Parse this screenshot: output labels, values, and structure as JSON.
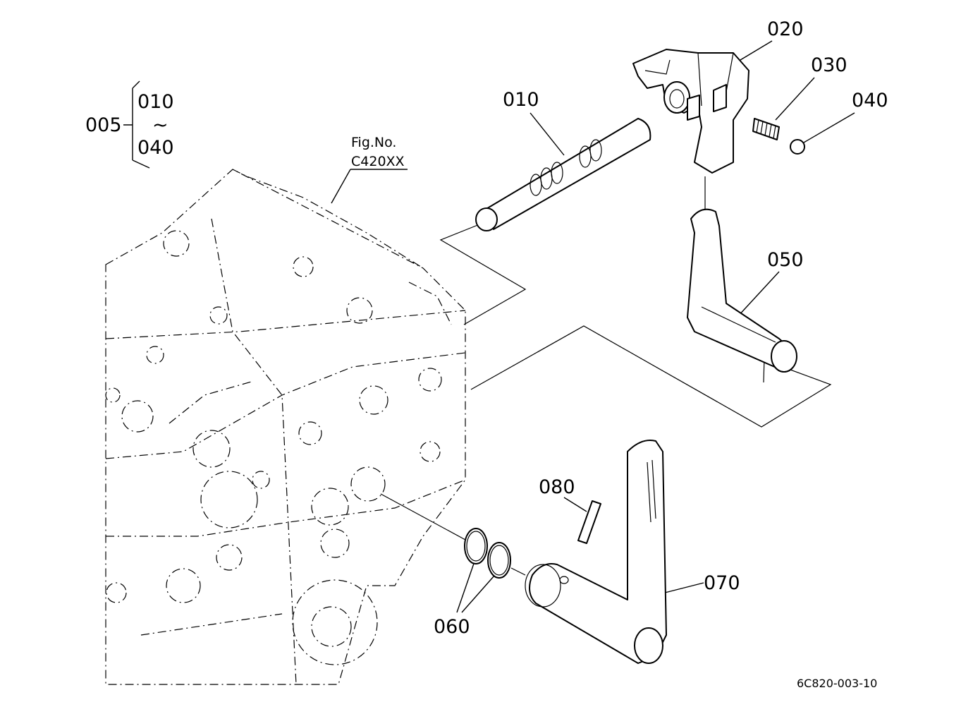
{
  "labels": {
    "p005": "005",
    "p010_range": "010",
    "tilde": "~",
    "p040_range": "040",
    "fig_ref_line1": "Fig.No.",
    "fig_ref_line2": "C420XX",
    "p010": "010",
    "p020": "020",
    "p030": "030",
    "p040": "040",
    "p050": "050",
    "p060": "060",
    "p070": "070",
    "p080": "080",
    "drawing_code": "6C820-003-10"
  }
}
